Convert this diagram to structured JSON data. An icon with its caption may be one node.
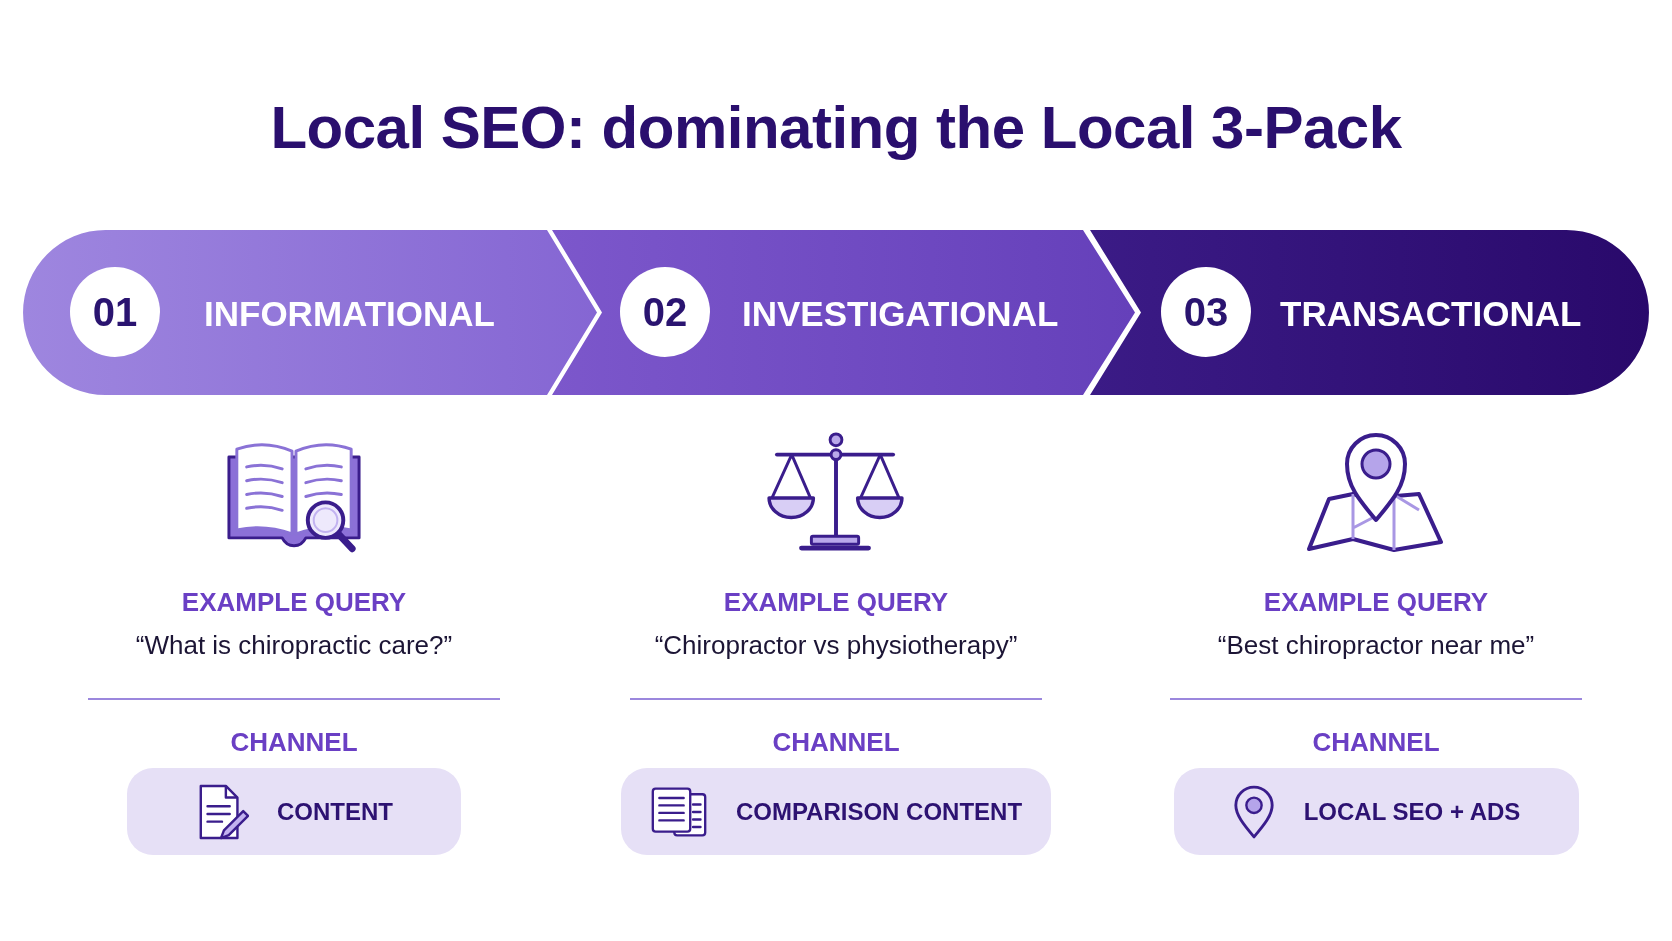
{
  "diagram": {
    "title": "Local SEO: dominating the Local 3-Pack",
    "nodes": [
      {
        "text": [
          "INFORMATIONAL"
        ]
      },
      {
        "text": [
          "01"
        ],
        "in": 0
      },
      {
        "text": [
          "INVESTIGATIONAL"
        ]
      },
      {
        "text": [
          "02"
        ],
        "in": 2
      },
      {
        "text": [
          "TRANSACTIONAL"
        ]
      },
      {
        "text": [
          "03"
        ],
        "in": 4
      },
      {
        "text": [
          "CONTENT"
        ]
      },
      {
        "text": [
          "COMPARISON CONTENT"
        ]
      },
      {
        "text": [
          "LOCAL SEO + ADS"
        ]
      }
    ],
    "labels": [
      "EXAMPLE QUERY",
      "EXAMPLE QUERY",
      "EXAMPLE QUERY",
      "“What is chiropractic care?”",
      "“Chiropractor vs physiotherapy”",
      "“Best chiropractor near me”",
      "CHANNEL",
      "CHANNEL",
      "CHANNEL"
    ]
  }
}
